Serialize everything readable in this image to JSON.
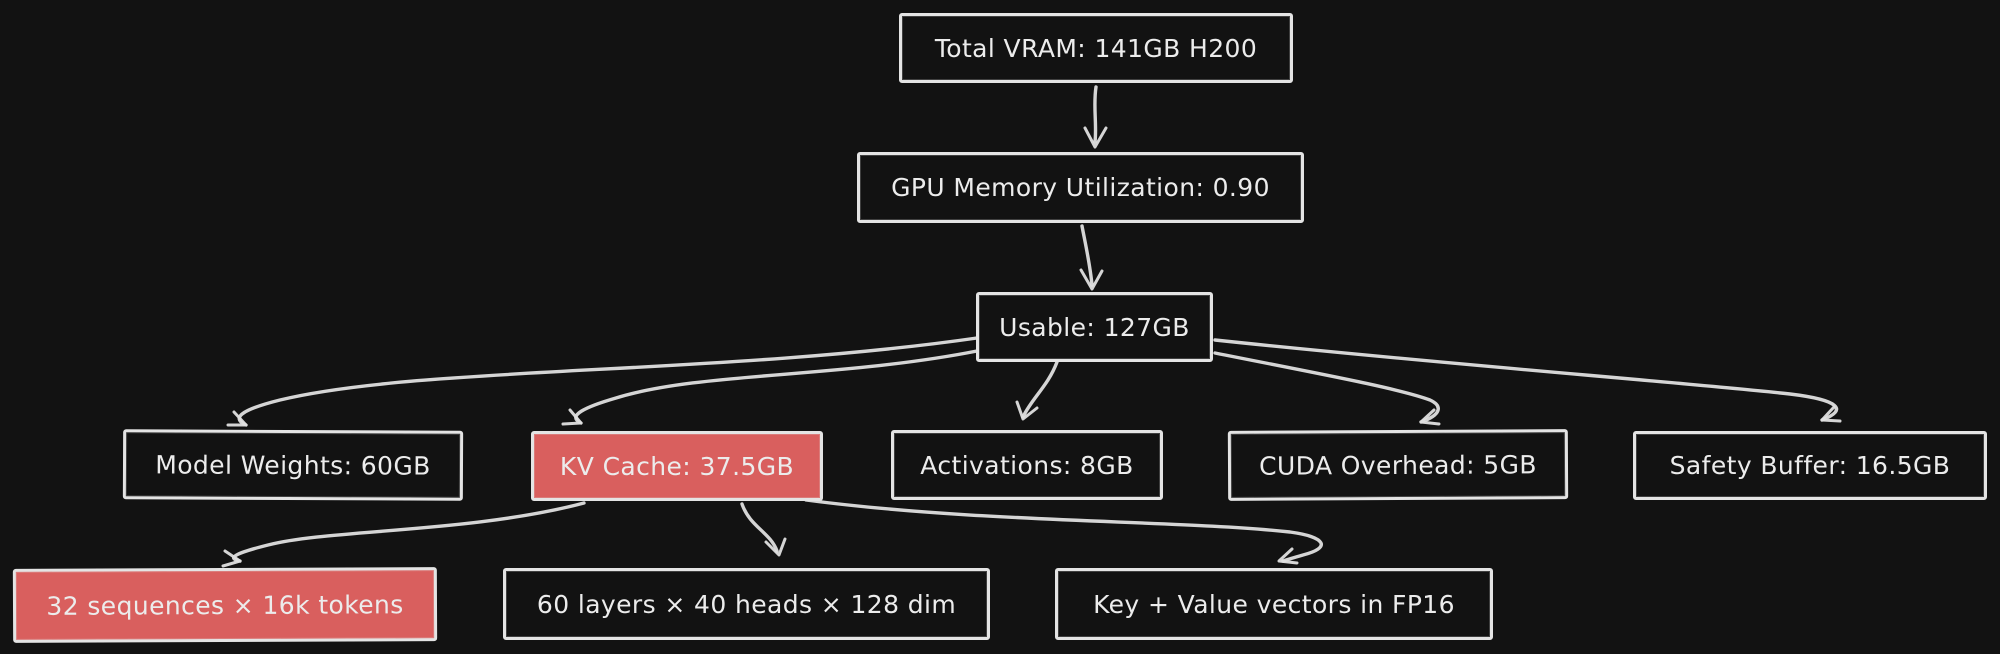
{
  "diagram": {
    "style": "hand-drawn-flowchart",
    "background": "#121212",
    "stroke_color": "#e0e0e0",
    "text_color": "#ececec",
    "highlight_fill": "#d95f5e",
    "nodes": [
      {
        "id": "total-vram",
        "label": "Total VRAM: 141GB H200",
        "highlighted": false
      },
      {
        "id": "gpu-memory-utilization",
        "label": "GPU Memory Utilization: 0.90",
        "highlighted": false
      },
      {
        "id": "usable",
        "label": "Usable: 127GB",
        "highlighted": false
      },
      {
        "id": "model-weights",
        "label": "Model Weights: 60GB",
        "highlighted": false
      },
      {
        "id": "kv-cache",
        "label": "KV Cache: 37.5GB",
        "highlighted": true
      },
      {
        "id": "activations",
        "label": "Activations: 8GB",
        "highlighted": false
      },
      {
        "id": "cuda-overhead",
        "label": "CUDA Overhead: 5GB",
        "highlighted": false
      },
      {
        "id": "safety-buffer",
        "label": "Safety Buffer: 16.5GB",
        "highlighted": false
      },
      {
        "id": "sequences-tokens",
        "label": "32 sequences × 16k tokens",
        "highlighted": true
      },
      {
        "id": "layers-heads-dim",
        "label": "60 layers × 40 heads × 128 dim",
        "highlighted": false
      },
      {
        "id": "kv-vectors-fp16",
        "label": "Key + Value vectors in FP16",
        "highlighted": false
      }
    ],
    "edges": [
      {
        "from": "total-vram",
        "to": "gpu-memory-utilization"
      },
      {
        "from": "gpu-memory-utilization",
        "to": "usable"
      },
      {
        "from": "usable",
        "to": "model-weights"
      },
      {
        "from": "usable",
        "to": "kv-cache"
      },
      {
        "from": "usable",
        "to": "activations"
      },
      {
        "from": "usable",
        "to": "cuda-overhead"
      },
      {
        "from": "usable",
        "to": "safety-buffer"
      },
      {
        "from": "kv-cache",
        "to": "sequences-tokens"
      },
      {
        "from": "kv-cache",
        "to": "layers-heads-dim"
      },
      {
        "from": "kv-cache",
        "to": "kv-vectors-fp16"
      }
    ]
  }
}
